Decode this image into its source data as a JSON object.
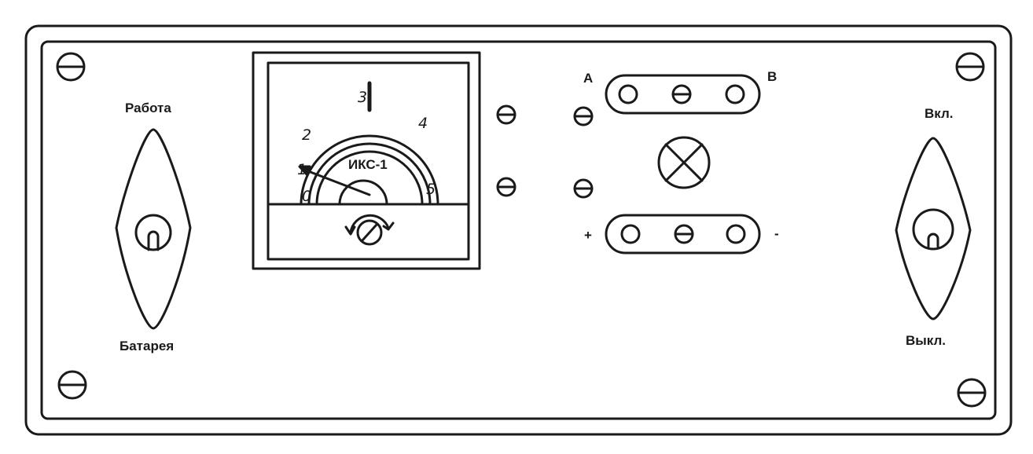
{
  "panel": {
    "switch_left": {
      "top_label": "Работа",
      "bottom_label": "Батарея"
    },
    "switch_right": {
      "top_label": "Вкл.",
      "bottom_label": "Выкл."
    },
    "meter": {
      "name": "ИКС-1",
      "scale_marks": [
        "0",
        "1",
        "2",
        "3",
        "4",
        "5"
      ]
    },
    "terminal_top": {
      "left_label": "А",
      "right_label": "В"
    },
    "terminal_bottom": {
      "left_label": "+",
      "right_label": "-"
    }
  },
  "colors": {
    "ink": "#1a1a1a",
    "paper": "#ffffff"
  }
}
